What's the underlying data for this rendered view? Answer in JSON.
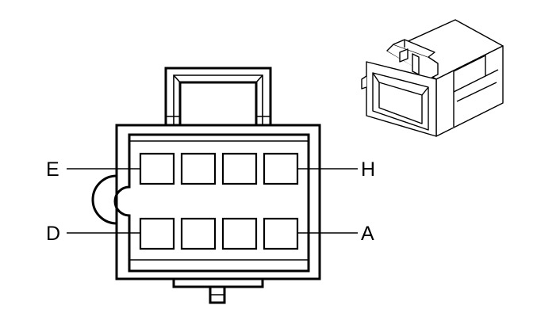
{
  "diagram": {
    "labels": {
      "top_left": "E",
      "top_right": "H",
      "bottom_left": "D",
      "bottom_right": "A"
    },
    "cavity_rows": 2,
    "cavity_columns": 4
  }
}
